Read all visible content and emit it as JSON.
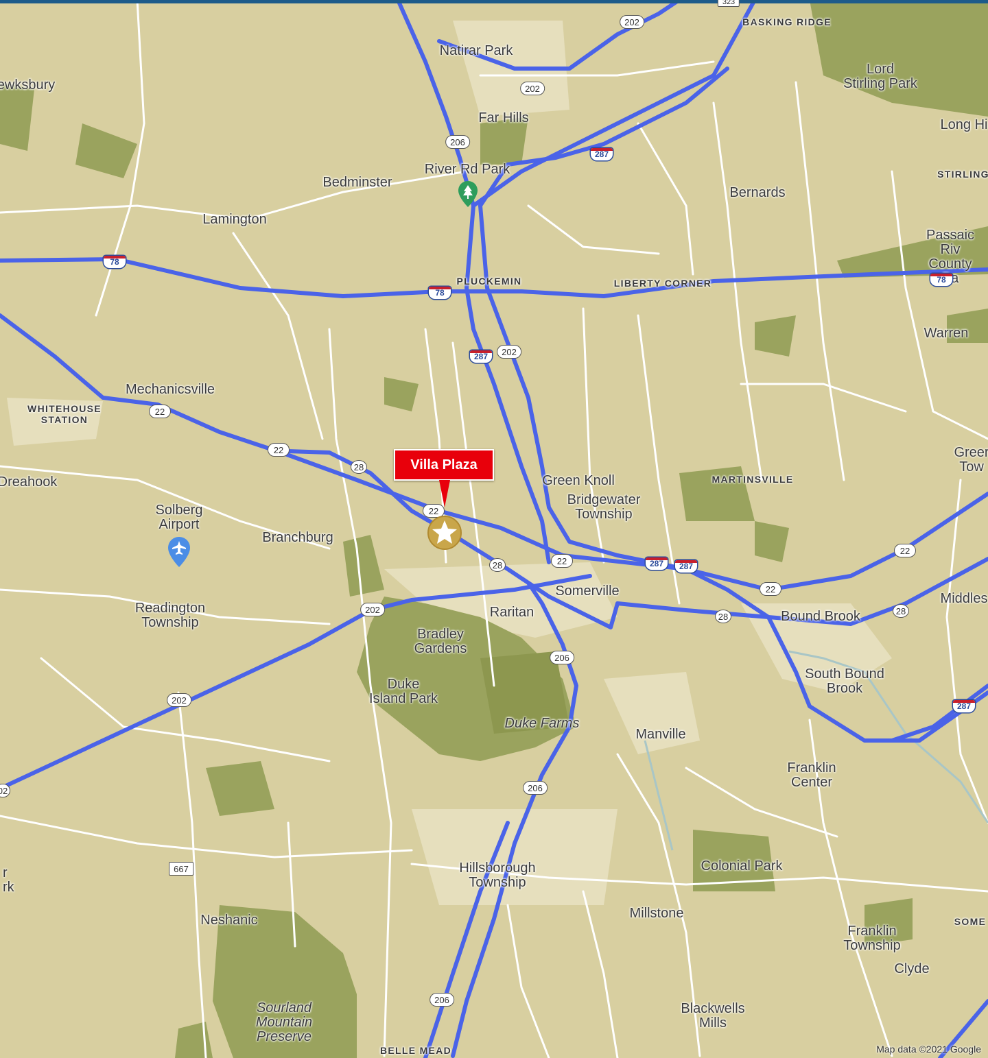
{
  "colors": {
    "land": "#d8cfa0",
    "park": "#9aa35e",
    "road": "#ffffff",
    "highway": "#4a63e8",
    "marker": "#c9a64a",
    "callout": "#e8000b",
    "topbar": "#1d5b8a"
  },
  "callout": {
    "label": "Villa Plaza"
  },
  "marker_icon": "star-icon",
  "attribution": "Map data ©2021 Google",
  "places": [
    {
      "id": "natirar-park",
      "label": "Natirar Park"
    },
    {
      "id": "far-hills",
      "label": "Far Hills"
    },
    {
      "id": "river-rd-park",
      "label": "River Rd Park"
    },
    {
      "id": "bedminster",
      "label": "Bedminster"
    },
    {
      "id": "lamington",
      "label": "Lamington"
    },
    {
      "id": "basking-ridge",
      "label": "BASKING RIDGE"
    },
    {
      "id": "lord-stirling-park",
      "label": "Lord\nStirling Park"
    },
    {
      "id": "long-hill",
      "label": "Long Hi"
    },
    {
      "id": "stirling",
      "label": "STIRLING"
    },
    {
      "id": "bernards",
      "label": "Bernards"
    },
    {
      "id": "passaic-river",
      "label": "Passaic Riv\nCounty Pa"
    },
    {
      "id": "ewksbury",
      "label": "ewksbury"
    },
    {
      "id": "pluckemin",
      "label": "PLUCKEMIN"
    },
    {
      "id": "liberty-corner",
      "label": "LIBERTY CORNER"
    },
    {
      "id": "warren",
      "label": "Warren"
    },
    {
      "id": "mechanicsville",
      "label": "Mechanicsville"
    },
    {
      "id": "whitehouse-station",
      "label": "WHITEHOUSE\nSTATION"
    },
    {
      "id": "oreahook",
      "label": "Dreahook"
    },
    {
      "id": "solberg-airport",
      "label": "Solberg\nAirport"
    },
    {
      "id": "branchburg",
      "label": "Branchburg"
    },
    {
      "id": "green-knoll",
      "label": "Green Knoll"
    },
    {
      "id": "bridgewater",
      "label": "Bridgewater\nTownship"
    },
    {
      "id": "martinsville",
      "label": "MARTINSVILLE"
    },
    {
      "id": "green-township",
      "label": "Greer\nTow"
    },
    {
      "id": "somerville",
      "label": "Somerville"
    },
    {
      "id": "raritan",
      "label": "Raritan"
    },
    {
      "id": "bound-brook",
      "label": "Bound Brook"
    },
    {
      "id": "middlesex",
      "label": "Middles"
    },
    {
      "id": "readington",
      "label": "Readington\nTownship"
    },
    {
      "id": "bradley-gardens",
      "label": "Bradley\nGardens"
    },
    {
      "id": "duke-island-park",
      "label": "Duke\nIsland Park"
    },
    {
      "id": "duke-farms",
      "label": "Duke Farms"
    },
    {
      "id": "south-bound-brook",
      "label": "South Bound\nBrook"
    },
    {
      "id": "manville",
      "label": "Manville"
    },
    {
      "id": "franklin-center",
      "label": "Franklin\nCenter"
    },
    {
      "id": "hillsborough",
      "label": "Hillsborough\nTownship"
    },
    {
      "id": "colonial-park",
      "label": "Colonial Park"
    },
    {
      "id": "millstone",
      "label": "Millstone"
    },
    {
      "id": "franklin-township",
      "label": "Franklin\nTownship"
    },
    {
      "id": "some",
      "label": "SOME"
    },
    {
      "id": "clyde",
      "label": "Clyde"
    },
    {
      "id": "neshanic",
      "label": "Neshanic"
    },
    {
      "id": "sourland",
      "label": "Sourland\nMountain\nPreserve"
    },
    {
      "id": "blackwells-mills",
      "label": "Blackwells\nMills"
    },
    {
      "id": "belle-mead",
      "label": "BELLE MEAD"
    },
    {
      "id": "left-edge-rk",
      "label": "r\nrk"
    }
  ],
  "shields": [
    {
      "id": "s202a",
      "type": "us",
      "label": "202"
    },
    {
      "id": "s202b",
      "type": "us",
      "label": "202"
    },
    {
      "id": "s206a",
      "type": "us",
      "label": "206"
    },
    {
      "id": "s287a",
      "type": "interstate",
      "label": "287"
    },
    {
      "id": "s78a",
      "type": "interstate",
      "label": "78"
    },
    {
      "id": "s78b",
      "type": "interstate",
      "label": "78"
    },
    {
      "id": "s78c",
      "type": "interstate",
      "label": "78"
    },
    {
      "id": "s287b",
      "type": "interstate",
      "label": "287"
    },
    {
      "id": "s202c",
      "type": "us",
      "label": "202"
    },
    {
      "id": "s22a",
      "type": "us",
      "label": "22"
    },
    {
      "id": "s22b",
      "type": "us",
      "label": "22"
    },
    {
      "id": "s28a",
      "type": "state",
      "label": "28"
    },
    {
      "id": "s22c",
      "type": "us",
      "label": "22"
    },
    {
      "id": "s28b",
      "type": "state",
      "label": "28"
    },
    {
      "id": "s22d",
      "type": "us",
      "label": "22"
    },
    {
      "id": "s287c",
      "type": "interstate",
      "label": "287"
    },
    {
      "id": "s287d",
      "type": "interstate",
      "label": "287"
    },
    {
      "id": "s22e",
      "type": "us",
      "label": "22"
    },
    {
      "id": "s28c",
      "type": "state",
      "label": "28"
    },
    {
      "id": "s28d",
      "type": "state",
      "label": "28"
    },
    {
      "id": "s22f",
      "type": "us",
      "label": "22"
    },
    {
      "id": "s202d",
      "type": "us",
      "label": "202"
    },
    {
      "id": "s206b",
      "type": "us",
      "label": "206"
    },
    {
      "id": "s202e",
      "type": "us",
      "label": "202"
    },
    {
      "id": "s287e",
      "type": "interstate",
      "label": "287"
    },
    {
      "id": "s206c",
      "type": "us",
      "label": "206"
    },
    {
      "id": "s667",
      "type": "county",
      "label": "667"
    },
    {
      "id": "s206d",
      "type": "us",
      "label": "206"
    },
    {
      "id": "s202f",
      "type": "us",
      "label": "02"
    },
    {
      "id": "s323",
      "type": "county",
      "label": "323"
    }
  ]
}
